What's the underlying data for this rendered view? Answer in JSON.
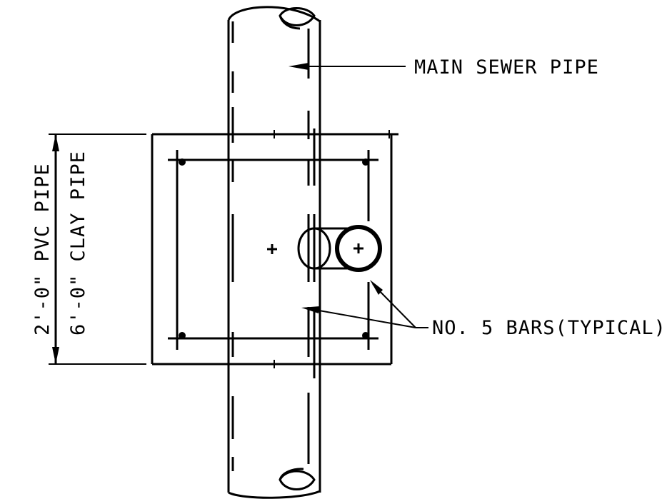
{
  "labels": {
    "main_sewer_pipe": "MAIN SEWER PIPE",
    "no5_bars": "NO. 5 BARS(TYPICAL)",
    "dim_pvc": "2'-0\" PVC PIPE",
    "dim_clay": "6'-0\" CLAY PIPE"
  },
  "colors": {
    "line": "#000000",
    "background": "#ffffff"
  }
}
